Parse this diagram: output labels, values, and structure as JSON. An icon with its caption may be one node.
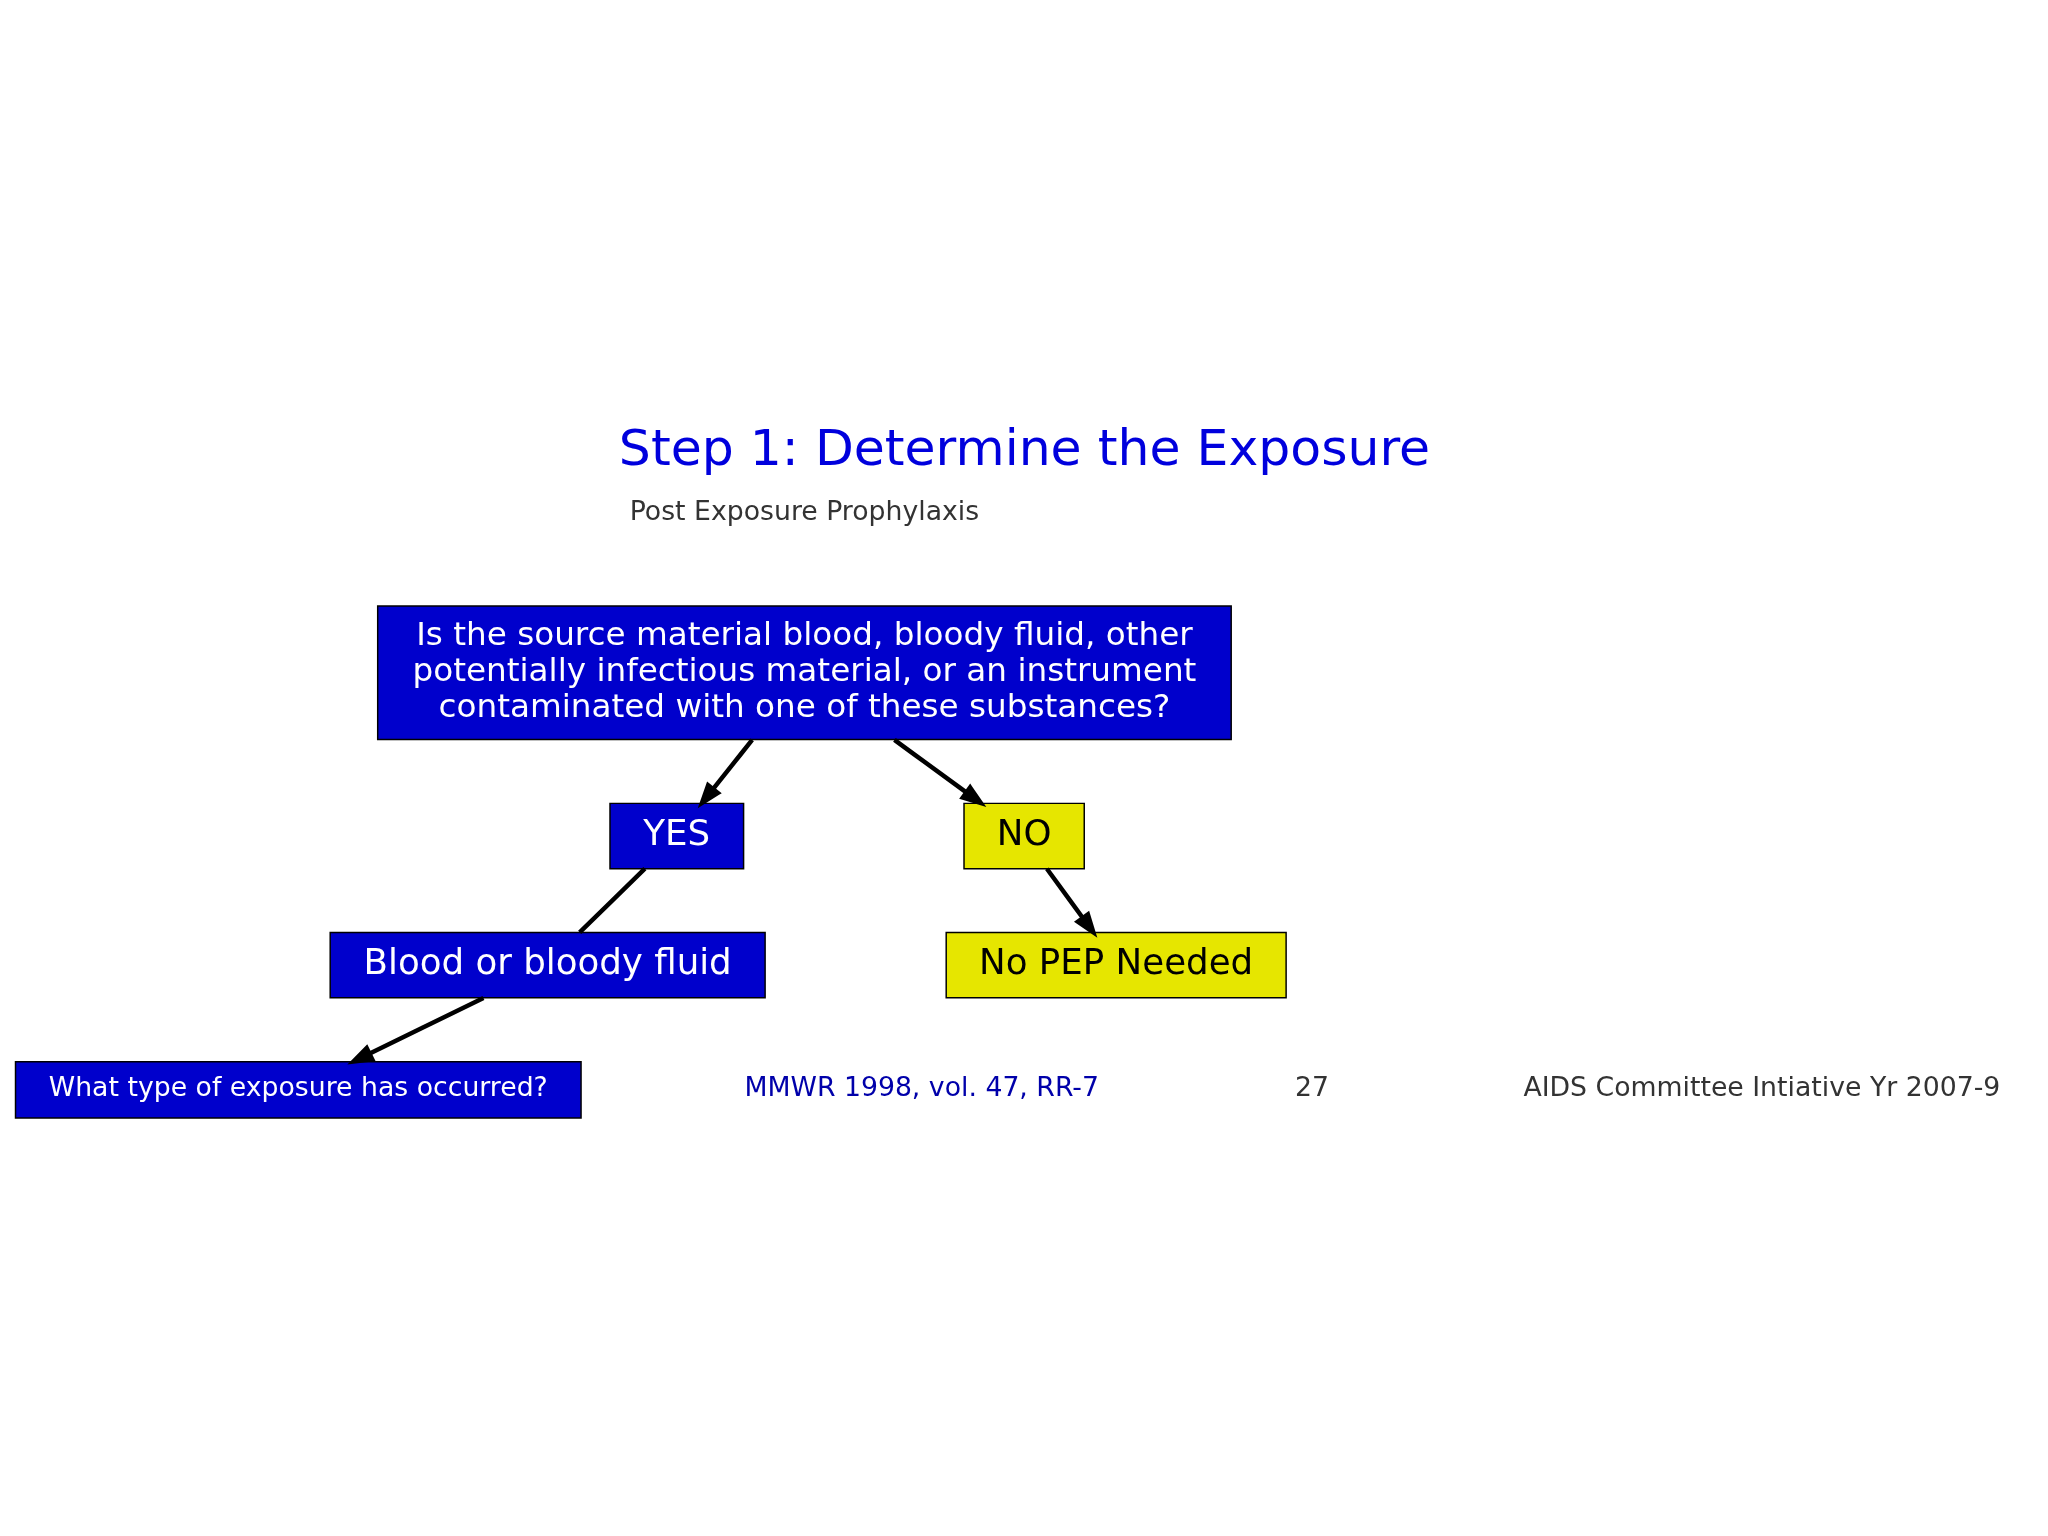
{
  "diagram": {
    "title": "Step 1: Determine the Exposure",
    "nodes": [
      {
        "text": [
          "Is the source material blood, bloody fluid, other potentially infectious material, or an instrument contaminated with one of these substances?"
        ]
      },
      {
        "text": [
          "YES"
        ]
      },
      {
        "text": [
          "NO"
        ]
      },
      {
        "text": [
          "Blood or bloody fluid"
        ]
      },
      {
        "text": [
          "What type of exposure has occurred?"
        ]
      },
      {
        "text": [
          "No PEP Needed"
        ]
      }
    ],
    "edges": [
      {
        "from": 0,
        "to": 1,
        "arrow": "to"
      },
      {
        "from": 0,
        "to": 2,
        "arrow": "to"
      },
      {
        "from": 1,
        "to": 3,
        "arrow": "none"
      },
      {
        "from": 3,
        "to": 4,
        "arrow": "to"
      },
      {
        "from": 2,
        "to": 5,
        "arrow": "to"
      }
    ],
    "labels": [
      "Post Exposure Prophylaxis",
      "MMWR 1998, vol. 47, RR-7",
      "27",
      "AIDS Committee Intiative Yr 2007-9"
    ]
  }
}
